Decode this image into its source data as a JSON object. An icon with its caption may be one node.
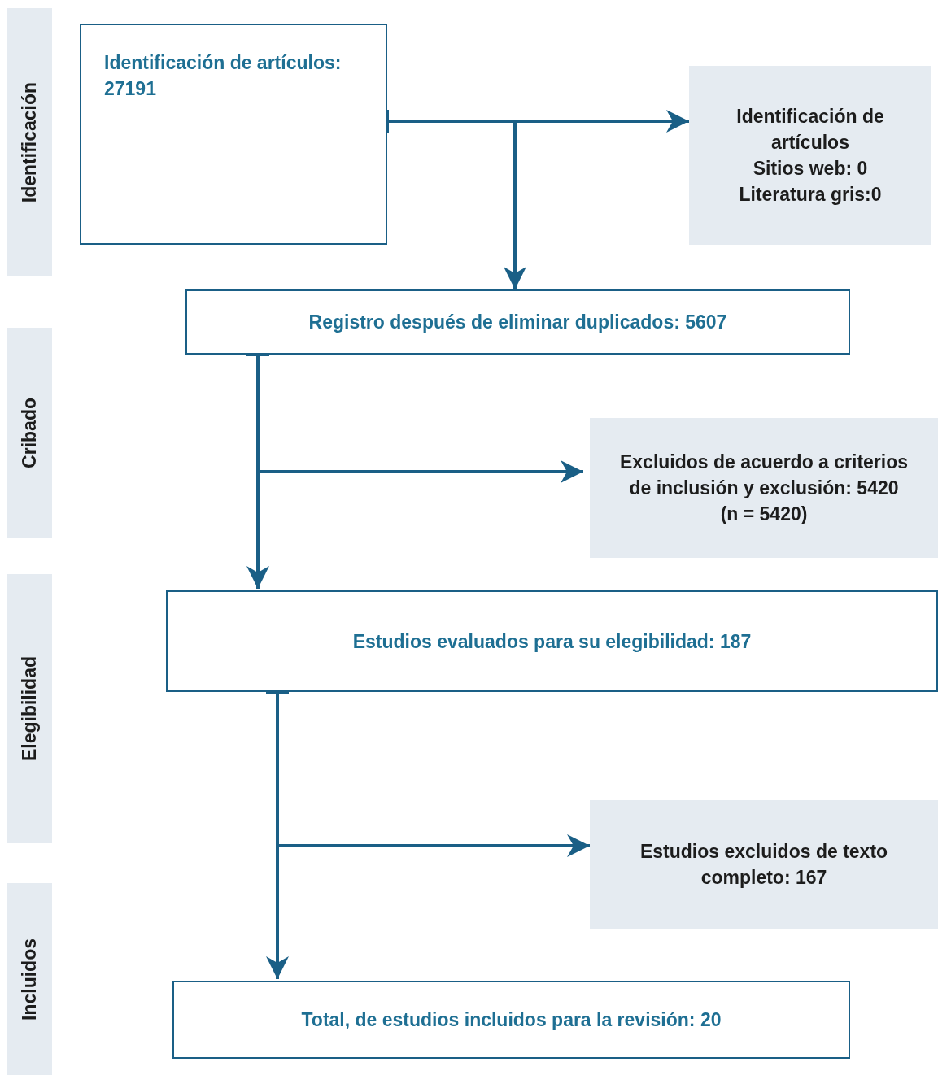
{
  "diagram": {
    "nodes": [
      {
        "text": [
          "Identificación"
        ]
      },
      {
        "text": [
          "Cribado"
        ]
      },
      {
        "text": [
          "Elegibilidad"
        ]
      },
      {
        "text": [
          "Incluidos"
        ]
      },
      {
        "text": [
          "Identificación de artículos: 27191"
        ]
      },
      {
        "text": [
          "Identificación de artículos",
          "Sitios web: 0",
          "Literatura gris:0"
        ]
      },
      {
        "text": [
          "Registro después de eliminar duplicados:  5607"
        ]
      },
      {
        "text": [
          "Excluidos de acuerdo a criterios de inclusión y exclusión:  5420",
          "(n = 5420)"
        ]
      },
      {
        "text": [
          "Estudios evaluados para su elegibilidad: 187"
        ]
      },
      {
        "text": [
          "Estudios excluidos de texto completo: 167"
        ]
      },
      {
        "text": [
          "Total, de estudios incluidos para la revisión: 20"
        ]
      }
    ],
    "edges": [
      {
        "from": 4,
        "to": 5,
        "arrow": "to"
      },
      {
        "from": 4,
        "to": 6,
        "arrow": "to"
      },
      {
        "from": 6,
        "to": 7,
        "arrow": "to"
      },
      {
        "from": 6,
        "to": 8,
        "arrow": "to"
      },
      {
        "from": 8,
        "to": 9,
        "arrow": "to"
      },
      {
        "from": 8,
        "to": 10,
        "arrow": "to"
      }
    ]
  }
}
